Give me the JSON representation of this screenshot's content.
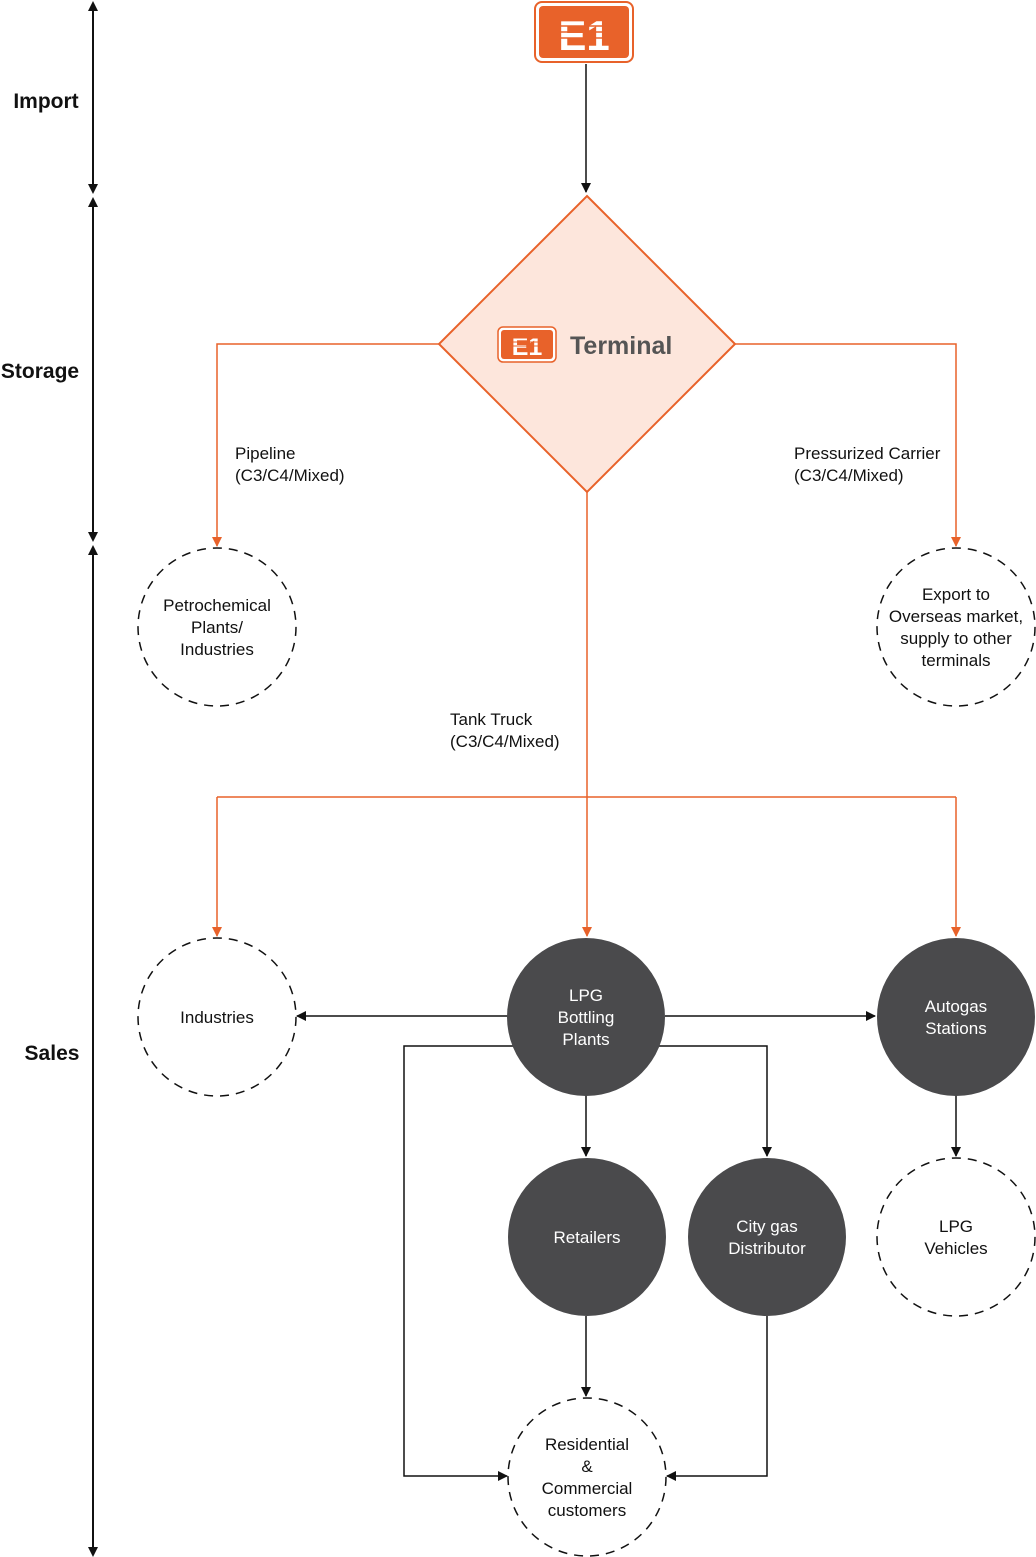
{
  "colors": {
    "accent": "#E8622A",
    "accent_fill": "#FDE6DC",
    "node_fill": "#4A4A4C",
    "line": "#111111",
    "text_dark": "#111111",
    "text_light": "#FFFFFF",
    "terminal_text": "#555555"
  },
  "logo": {
    "text": "E1"
  },
  "terminal": {
    "label": "Terminal"
  },
  "stages": [
    {
      "label": "Import"
    },
    {
      "label": "Storage"
    },
    {
      "label": "Sales"
    }
  ],
  "edge_labels": {
    "pipeline": [
      "Pipeline",
      "(C3/C4/Mixed)"
    ],
    "carrier": [
      "Pressurized Carrier",
      "(C3/C4/Mixed)"
    ],
    "truck": [
      "Tank Truck",
      "(C3/C4/Mixed)"
    ]
  },
  "nodes": {
    "petrochemical": {
      "lines": [
        "Petrochemical",
        "Plants/",
        "Industries"
      ],
      "style": "dashed"
    },
    "export": {
      "lines": [
        "Export to",
        "Overseas market,",
        "supply to other",
        "terminals"
      ],
      "style": "dashed"
    },
    "industries": {
      "lines": [
        "Industries"
      ],
      "style": "dashed"
    },
    "lpg_bottling": {
      "lines": [
        "LPG",
        "Bottling",
        "Plants"
      ],
      "style": "filled"
    },
    "autogas": {
      "lines": [
        "Autogas",
        "Stations"
      ],
      "style": "filled"
    },
    "retailers": {
      "lines": [
        "Retailers"
      ],
      "style": "filled"
    },
    "city_gas": {
      "lines": [
        "City gas",
        "Distributor"
      ],
      "style": "filled"
    },
    "lpg_vehicles": {
      "lines": [
        "LPG",
        "Vehicles"
      ],
      "style": "dashed"
    },
    "residential": {
      "lines": [
        "Residential",
        "&",
        "Commercial",
        "customers"
      ],
      "style": "dashed"
    }
  }
}
